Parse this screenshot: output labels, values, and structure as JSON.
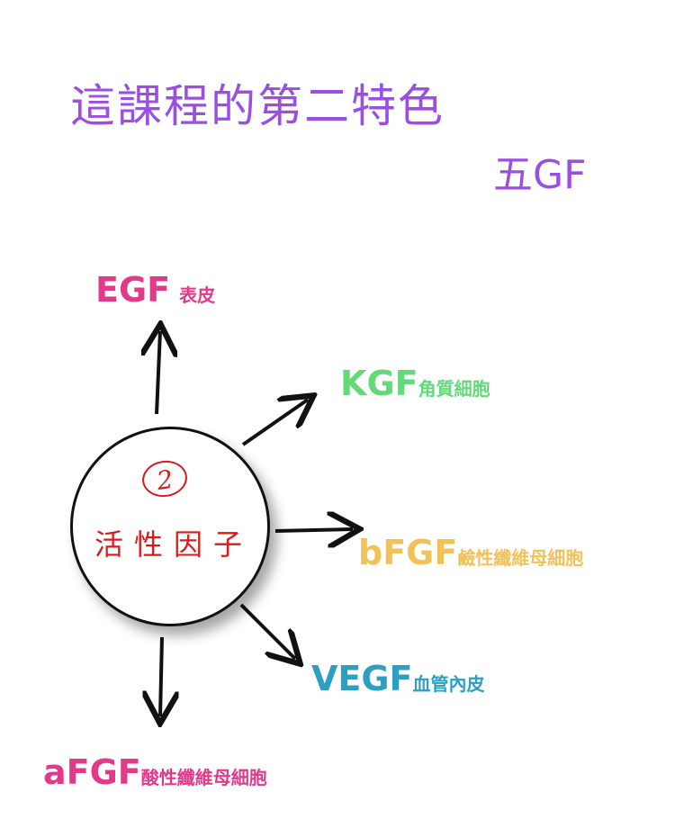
{
  "title": "這課程的第二特色",
  "subtitle": "五GF",
  "center": {
    "number": "2",
    "label": "活性因子"
  },
  "factors": [
    {
      "id": "egf",
      "code": "EGF",
      "desc": "表皮",
      "color": "#e23a8a"
    },
    {
      "id": "kgf",
      "code": "KGF",
      "desc": "角質細胞",
      "color": "#63d97a"
    },
    {
      "id": "bfgf",
      "code": "bFGF",
      "desc": "鹼性纖維母細胞",
      "color": "#f2c25a"
    },
    {
      "id": "vegf",
      "code": "VEGF",
      "desc": "血管內皮",
      "color": "#2d9fc2"
    },
    {
      "id": "afgf",
      "code": "aFGF",
      "desc": "酸性纖維母細胞",
      "color": "#e23a8a"
    }
  ]
}
